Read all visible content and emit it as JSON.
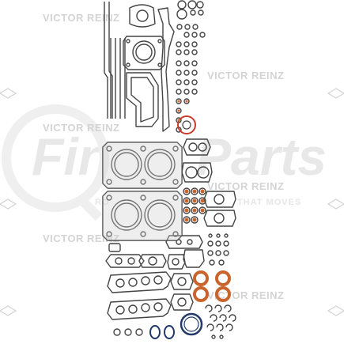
{
  "watermark": {
    "brand": "VICTOR REINZ",
    "logo_icon": "reinz-diamond-logo-icon",
    "color": "#d4d4d4"
  },
  "overlay": {
    "brand_part_a": "Fin",
    "brand_part_b": "Parts",
    "tagline_left": "RO",
    "tagline_right": "THAT MOVES",
    "color": "#e6e6e6"
  },
  "product": {
    "kind": "engine-gasket-set-icon",
    "gasket_color": "#444444",
    "accent_orange": "#c8642c",
    "accent_red": "#cc3b2b",
    "accent_navy": "#233a6b"
  }
}
